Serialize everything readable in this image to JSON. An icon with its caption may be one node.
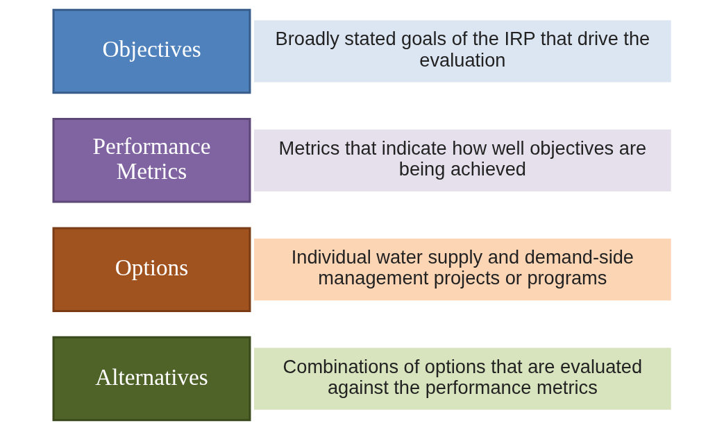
{
  "diagram": {
    "nodes": [
      {
        "text": [
          "Objectives"
        ]
      },
      {
        "text": [
          "Broadly stated goals of the IRP that drive the evaluation"
        ]
      },
      {
        "text": [
          "Performance Metrics"
        ]
      },
      {
        "text": [
          "Metrics that indicate how well objectives are being achieved"
        ]
      },
      {
        "text": [
          "Options"
        ]
      },
      {
        "text": [
          "Individual water supply and demand-side management projects or programs"
        ]
      },
      {
        "text": [
          "Alternatives"
        ]
      },
      {
        "text": [
          "Combinations of options that are evaluated against the performance metrics"
        ]
      }
    ],
    "edges": []
  }
}
